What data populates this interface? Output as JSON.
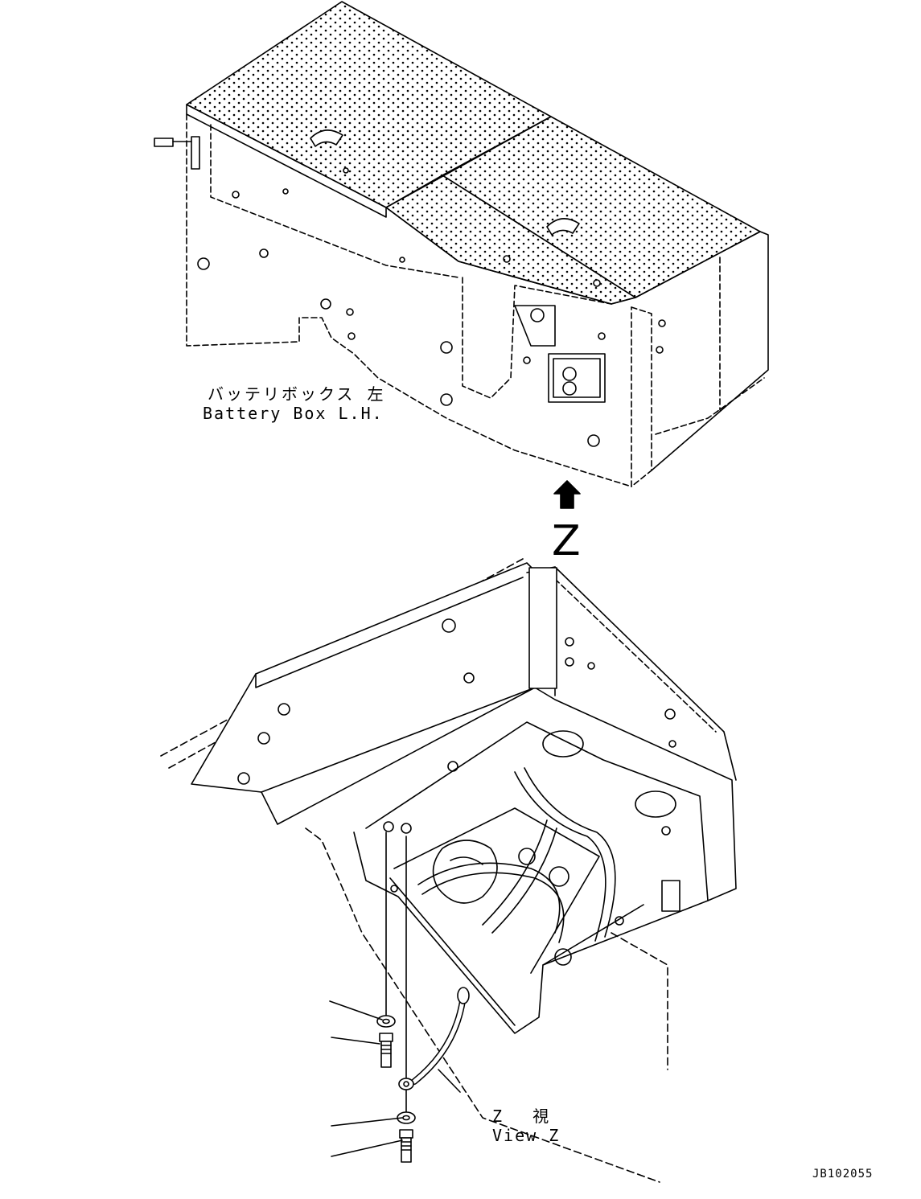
{
  "labels": {
    "battery_box_jp": "バッテリボックス 左",
    "battery_box_en": "Battery Box L.H.",
    "view_letter": "Z",
    "view_jp": "Z　 視",
    "view_en": "View Z",
    "drawing_code": "JB102055"
  }
}
